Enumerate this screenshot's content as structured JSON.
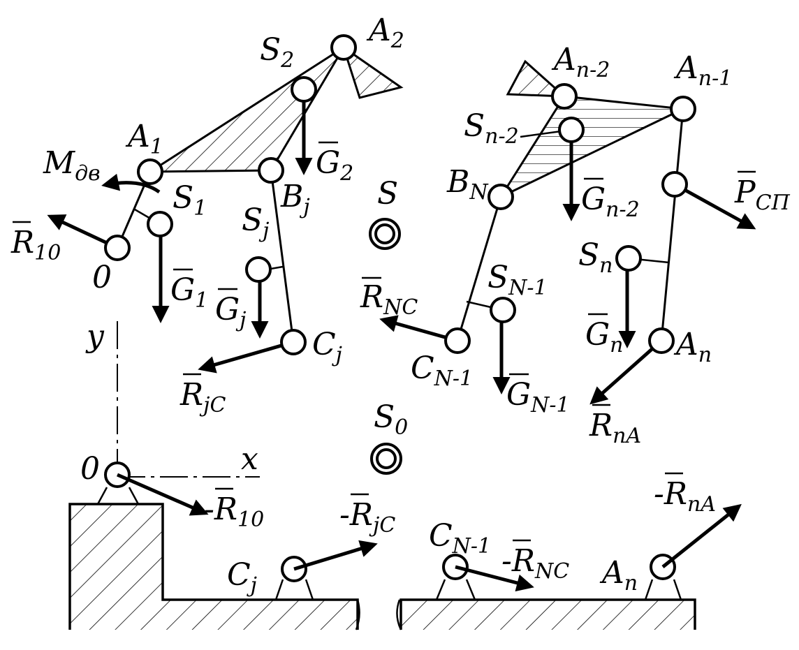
{
  "labels": {
    "A1": {
      "main": "A",
      "sub": "1"
    },
    "A2": {
      "main": "A",
      "sub": "2"
    },
    "S1": {
      "main": "S",
      "sub": "1"
    },
    "S2": {
      "main": "S",
      "sub": "2"
    },
    "Sj": {
      "main": "S",
      "sub": "j"
    },
    "Bj": {
      "main": "B",
      "sub": "j"
    },
    "Cj": {
      "main": "C",
      "sub": "j"
    },
    "S": {
      "main": "S",
      "sub": ""
    },
    "S0": {
      "main": "S",
      "sub": "0"
    },
    "O_top": {
      "main": "0",
      "sub": ""
    },
    "O_bottom": {
      "main": "0",
      "sub": ""
    },
    "An2": {
      "main": "A",
      "sub": "n-2"
    },
    "An1": {
      "main": "A",
      "sub": "n-1"
    },
    "Sn2": {
      "main": "S",
      "sub": "n-2"
    },
    "BN": {
      "main": "B",
      "sub": "N"
    },
    "Sn": {
      "main": "S",
      "sub": "n"
    },
    "SN1": {
      "main": "S",
      "sub": "N-1"
    },
    "CN1": {
      "main": "C",
      "sub": "N-1"
    },
    "An": {
      "main": "A",
      "sub": "n"
    },
    "Cj_ground": {
      "main": "C",
      "sub": "j"
    },
    "CN1_ground": {
      "main": "C",
      "sub": "N-1"
    },
    "An_ground": {
      "main": "A",
      "sub": "n"
    }
  },
  "forces": {
    "Mdv": {
      "main": "M",
      "sub": "дв"
    },
    "R10": {
      "main": "R",
      "sub": "10",
      "prefix": ""
    },
    "G1": {
      "main": "G",
      "sub": "1",
      "prefix": ""
    },
    "G2": {
      "main": "G",
      "sub": "2",
      "prefix": ""
    },
    "Gj": {
      "main": "G",
      "sub": "j",
      "prefix": ""
    },
    "RjC": {
      "main": "R",
      "sub": "jC",
      "prefix": ""
    },
    "RNC": {
      "main": "R",
      "sub": "NC",
      "prefix": ""
    },
    "Gn2": {
      "main": "G",
      "sub": "n-2",
      "prefix": ""
    },
    "GN1": {
      "main": "G",
      "sub": "N-1",
      "prefix": ""
    },
    "Gn": {
      "main": "G",
      "sub": "n",
      "prefix": ""
    },
    "Psp": {
      "main": "P",
      "sub": "СП",
      "prefix": ""
    },
    "RnA": {
      "main": "R",
      "sub": "nA",
      "prefix": ""
    },
    "negR10": {
      "main": "R",
      "sub": "10",
      "prefix": "-"
    },
    "negRjC": {
      "main": "R",
      "sub": "jC",
      "prefix": "-"
    },
    "negRNC": {
      "main": "R",
      "sub": "NC",
      "prefix": "-"
    },
    "negRnA": {
      "main": "R",
      "sub": "nA",
      "prefix": "-"
    }
  },
  "axes": {
    "x": "x",
    "y": "y"
  },
  "colors": {
    "ink": "#000000",
    "paper": "#ffffff"
  }
}
